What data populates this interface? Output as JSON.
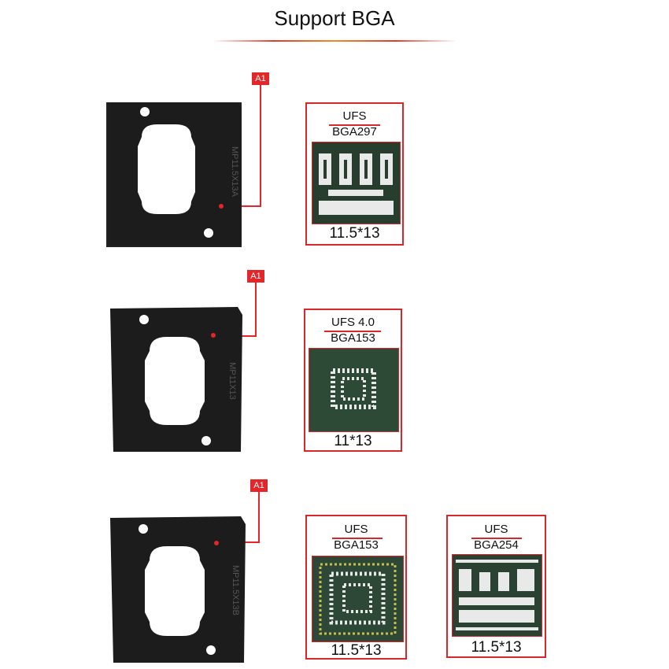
{
  "title": "Support BGA",
  "marker_label": "A1",
  "colors": {
    "accent": "#d8262a",
    "socket": "#1a1a1a",
    "chip_green": "#2c4a36"
  },
  "sockets": [
    {
      "engraving": "MP11.5X13A"
    },
    {
      "engraving": "MP11X13"
    },
    {
      "engraving": "MP11.5X13B"
    }
  ],
  "chips": [
    {
      "type": "UFS",
      "package": "BGA297",
      "size": "11.5*13"
    },
    {
      "type": "UFS 4.0",
      "package": "BGA153",
      "size": "11*13"
    },
    {
      "type": "UFS",
      "package": "BGA153",
      "size": "11.5*13"
    },
    {
      "type": "UFS",
      "package": "BGA254",
      "size": "11.5*13"
    }
  ]
}
